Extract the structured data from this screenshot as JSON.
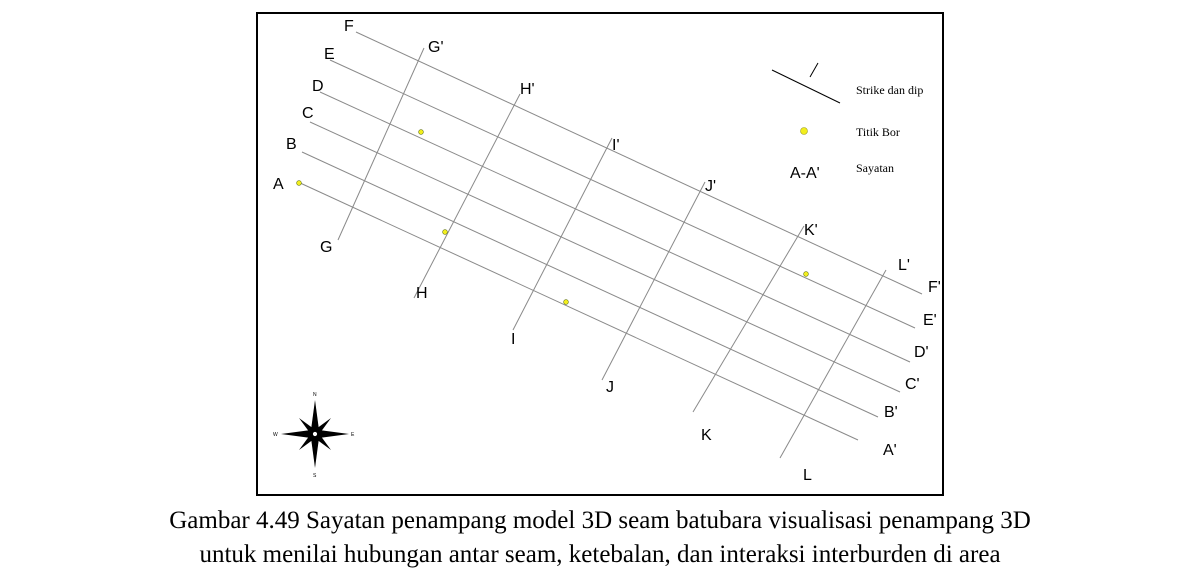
{
  "section_labels": {
    "A": "A",
    "B": "B",
    "C": "C",
    "D": "D",
    "E": "E",
    "F": "F",
    "A_end": "A'",
    "B_end": "B'",
    "C_end": "C'",
    "D_end": "D'",
    "E_end": "E'",
    "F_end": "F'",
    "G": "G",
    "H": "H",
    "I": "I",
    "J": "J",
    "K": "K",
    "L": "L",
    "G_end": "G'",
    "H_end": "H'",
    "I_end": "I'",
    "J_end": "J'",
    "K_end": "K'",
    "L_end": "L'"
  },
  "legend": {
    "strike_dip": "Strike dan dip",
    "titik_bor": "Titik Bor",
    "section_symbol": "A-A'",
    "sayatan": "Sayatan"
  },
  "colors": {
    "borehole": "#f2ee1c",
    "line": "#8a8a8a"
  },
  "compass": {
    "icon": "compass-rose-icon",
    "north": "N",
    "south": "S",
    "east": "E",
    "west": "W"
  },
  "caption": {
    "line1": "Gambar 4.49 Sayatan penampang model 3D seam batubara visualisasi penampang 3D",
    "line2": "untuk menilai hubungan antar seam, ketebalan, dan interaksi interburden di area"
  }
}
